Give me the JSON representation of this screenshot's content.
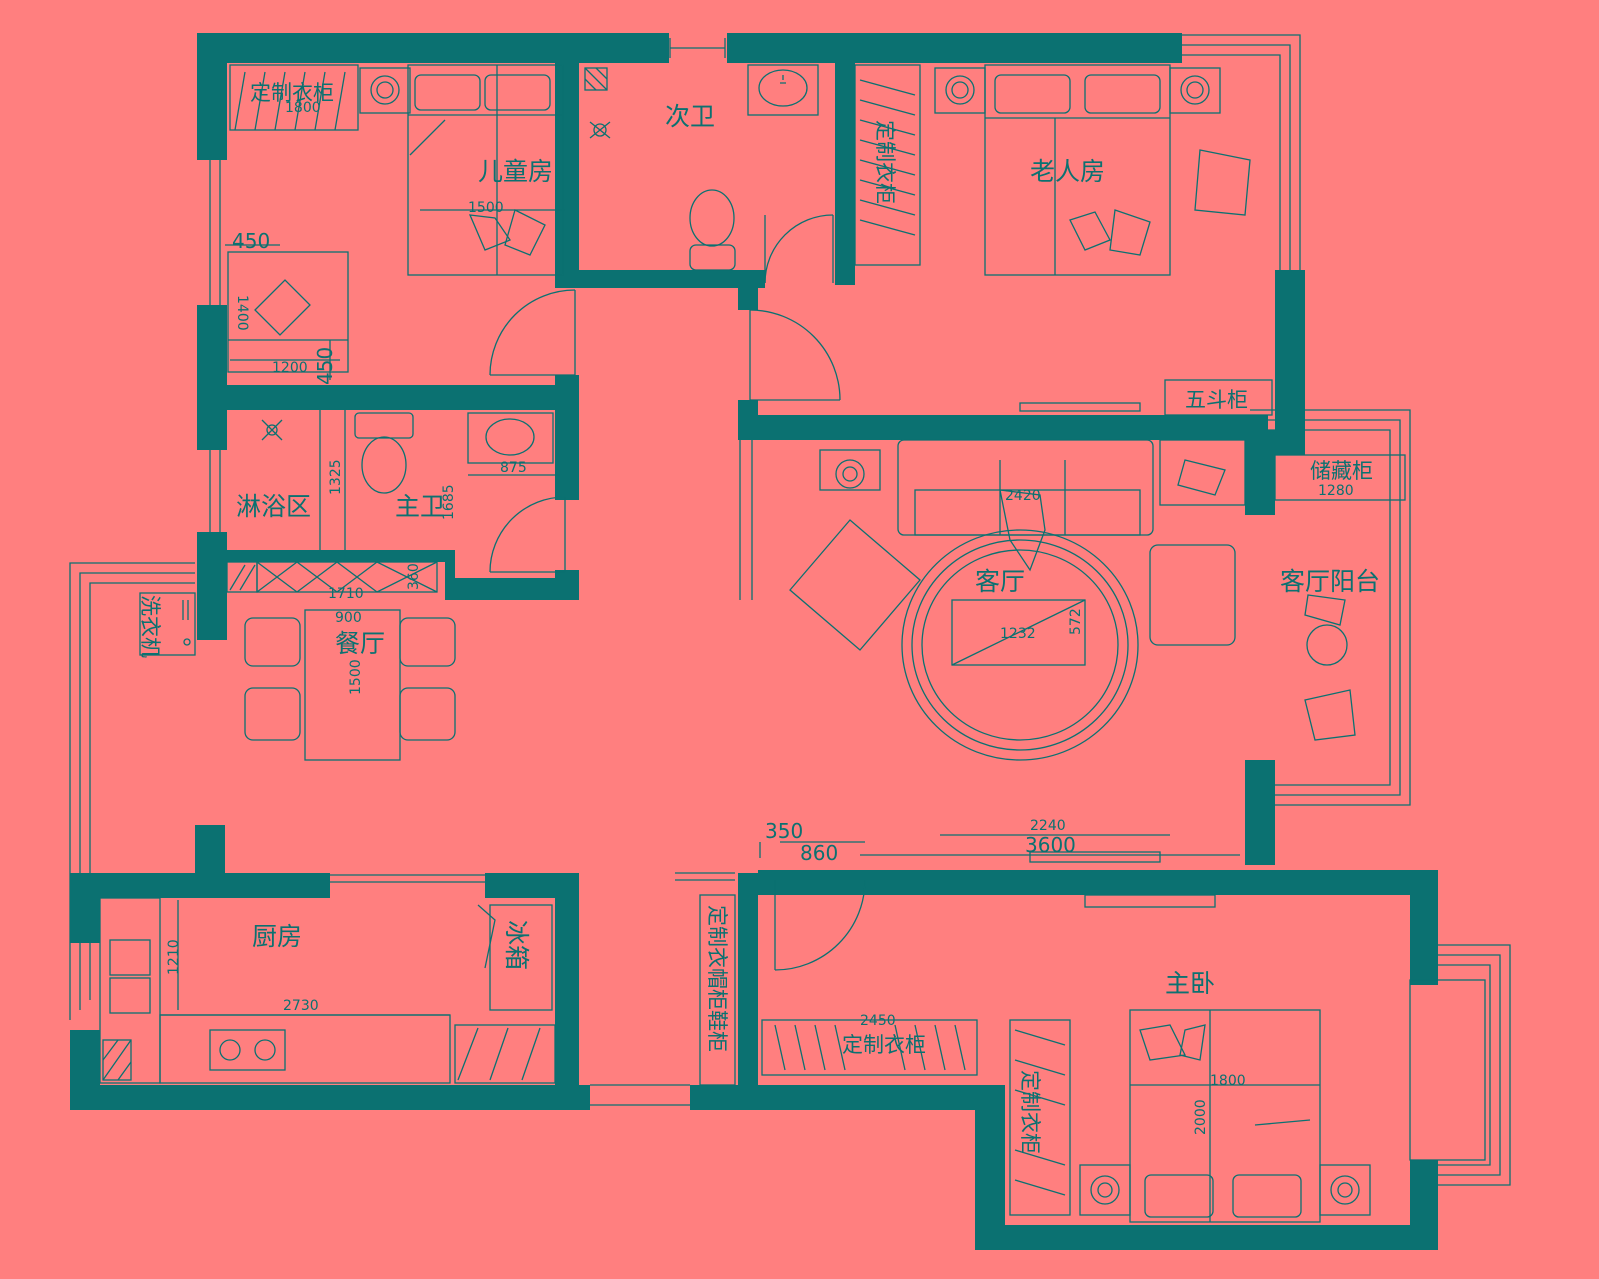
{
  "palette": {
    "background": "#FF7F7F",
    "wall": "#0B7171"
  },
  "rooms": {
    "children_room": "儿童房",
    "second_bath": "次卫",
    "elder_room": "老人房",
    "shower_area": "淋浴区",
    "master_bath": "主卫",
    "dining": "餐厅",
    "living": "客厅",
    "living_balcony": "客厅阳台",
    "kitchen": "厨房",
    "master_bedroom": "主卧"
  },
  "furniture": {
    "custom_wardrobe_kids": "定制衣柜",
    "custom_wardrobe_elder": "定制衣柜",
    "five_drawer_cabinet": "五斗柜",
    "storage_cabinet": "储藏柜",
    "washing_machine": "洗衣机",
    "fridge": "冰箱",
    "wine_shoe_cabinet": "定制衣帽柜鞋柜",
    "custom_wardrobe_master": "定制衣柜",
    "custom_wardrobe_master_side": "定制衣柜"
  },
  "dimensions": {
    "kids_wardrobe": "1800",
    "kids_bed": "1500",
    "kids_chair_w": "450",
    "kids_chair_d": "1400",
    "kids_desk": "1200",
    "kids_desk_d": "450",
    "shower_depth": "1325",
    "bath_len": "1685",
    "bath_sink": "875",
    "sofa": "2420",
    "storage": "1280",
    "coffee_table_w": "1232",
    "coffee_table_d": "572",
    "counter": "1710",
    "counter_d": "360",
    "dining_table_w": "900",
    "dining_table_l": "1500",
    "tv_unit": "2240",
    "living_span": "3600",
    "entry_a": "350",
    "entry_b": "860",
    "kitchen_depth": "1210",
    "kitchen_counter": "2730",
    "master_wardrobe": "2450",
    "master_bed_w": "1800",
    "master_bed_l": "2000"
  }
}
